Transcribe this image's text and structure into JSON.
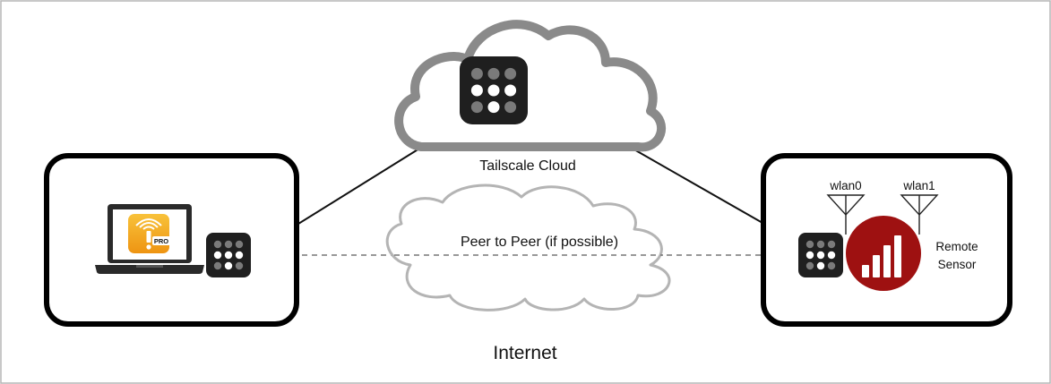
{
  "labels": {
    "cloud": "Tailscale Cloud",
    "peer": "Peer to Peer (if possible)",
    "internet": "Internet",
    "wlan0": "wlan0",
    "wlan1": "wlan1",
    "sensor_line1": "Remote",
    "sensor_line2": "Sensor",
    "app_badge": "PRO"
  },
  "icons": {
    "tailscale": "tailscale-logo-icon",
    "laptop": "laptop-icon",
    "app": "wifi-explorer-pro-app-icon",
    "sensor": "remote-sensor-signal-icon",
    "antenna": "antenna-icon"
  },
  "colors": {
    "cloud_stroke": "#8a8a8a",
    "peer_cloud_stroke": "#b0b0b0",
    "box_stroke": "#000000",
    "link_line": "#111111",
    "dashed_line": "#777777",
    "tailscale_tile": "#1f1f1f",
    "app_orange": "#f2a51f",
    "sensor_red": "#9e1111"
  }
}
